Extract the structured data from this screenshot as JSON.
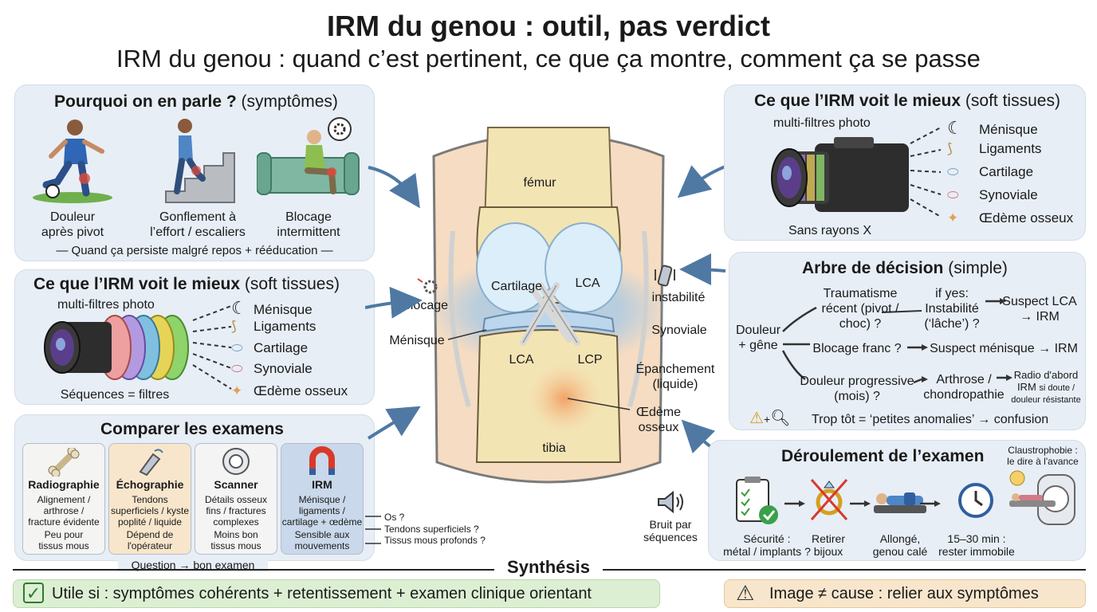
{
  "title": "IRM du genou : outil, pas verdict",
  "subtitle": "IRM du genou : quand c’est pertinent, ce que ça montre, comment ça se passe",
  "why": {
    "title_bold": "Pourquoi on en parle ?",
    "title_normal": "(symptômes)",
    "items": [
      {
        "line1": "Douleur",
        "line2": "après pivot"
      },
      {
        "line1": "Gonflement à",
        "line2": "l’effort / escaliers"
      },
      {
        "line1": "Blocage",
        "line2": "intermittent"
      }
    ],
    "footer": "— Quand ça persiste malgré repos + rééducation —"
  },
  "sees_left": {
    "title_bold": "Ce que l’IRM voit le mieux",
    "title_normal": "(soft tissues)",
    "camera_label": "multi-filtres photo",
    "caption": "Séquences = filtres",
    "items": [
      "Ménisque",
      "Ligaments",
      "Cartilage",
      "Synoviale",
      "Œdème osseux"
    ]
  },
  "compare": {
    "title": "Comparer les examens",
    "cards": [
      {
        "name": "Radiographie",
        "l1": "Alignement /",
        "l2": "arthrose /",
        "l3": "fracture évidente",
        "m1": "Peu pour",
        "m2": "tissus mous"
      },
      {
        "name": "Échographie",
        "l1": "Tendons",
        "l2": "superficiels / kyste",
        "l3": "poplité / liquide",
        "m1": "Dépend de",
        "m2": "l'opérateur"
      },
      {
        "name": "Scanner",
        "l1": "Détails osseux",
        "l2": "fins / fractures",
        "l3": "complexes",
        "m1": "Moins bon",
        "m2": "tissus mous"
      },
      {
        "name": "IRM",
        "l1": "Ménisque /",
        "l2": "ligaments /",
        "l3": "cartilage + œdème",
        "m1": "Sensible aux",
        "m2": "mouvements"
      }
    ],
    "questions": [
      "Os ?",
      "Tendons superficiels ?",
      "Tissus mous profonds ?"
    ],
    "footer": "Question → bon examen"
  },
  "knee": {
    "femur": "fémur",
    "tibia": "tibia",
    "cartilage": "Cartilage",
    "lca_top": "LCA",
    "lca_bottom": "LCA",
    "lcp": "LCP",
    "menisque": "Ménisque",
    "blocage": "blocage",
    "instabilite": "instabilité",
    "synoviale": "Synoviale",
    "epanchement1": "Épanchement",
    "epanchement2": "(liquide)",
    "oedeme1": "Œdème",
    "oedeme2": "osseux",
    "bruit1": "Bruit par",
    "bruit2": "séquences"
  },
  "sees_right": {
    "title_bold": "Ce que l’IRM voit le mieux",
    "title_normal": "(soft tissues)",
    "camera_label": "multi-filtres photo",
    "caption": "Sans rayons X",
    "items": [
      "Ménisque",
      "Ligaments",
      "Cartilage",
      "Synoviale",
      "Œdème osseux"
    ]
  },
  "tree": {
    "title_bold": "Arbre de décision",
    "title_normal": "(simple)",
    "root1": "Douleur",
    "root2": "+ gêne",
    "b1a": "Traumatisme",
    "b1b": "récent (pivot /",
    "b1c": "choc) ?",
    "b1y1": "if yes:",
    "b1y2": "Instabilité",
    "b1y3": "(‘lâche’) ?",
    "b1r1": "Suspect LCA",
    "b1r2": "→ IRM",
    "b2": "Blocage franc ?",
    "b2r": "Suspect ménisque → IRM",
    "b3a": "Douleur progressive",
    "b3b": "(mois) ?",
    "b3m1": "Arthrose /",
    "b3m2": "chondropathie",
    "b3r1": "Radio d'abord",
    "b3r2": "IRM",
    "b3r2b": "si doute /",
    "b3r3": "douleur résistante",
    "warning": "Trop tôt = ‘petites anomalies’ → confusion"
  },
  "exam": {
    "title": "Déroulement de l’examen",
    "claustro1": "Claustrophobie :",
    "claustro2": "le dire à l'avance",
    "steps": [
      {
        "l1": "Sécurité :",
        "l2": "métal / implants ?"
      },
      {
        "l1": "Retirer",
        "l2": "bijoux"
      },
      {
        "l1": "Allongé,",
        "l2": "genou calé"
      },
      {
        "l1": "15–30 min :",
        "l2": "rester immobile"
      }
    ]
  },
  "synthesis": "Synthésis",
  "bottom_left": "Utile si : symptômes cohérents + retentissement + examen clinique orientant",
  "bottom_right": "Image ≠ cause : relier aux symptômes",
  "colors": {
    "panel": "#e7eef6",
    "green": "#dcefd3",
    "orange": "#f8e6cc",
    "arrow": "#4f79a3"
  }
}
